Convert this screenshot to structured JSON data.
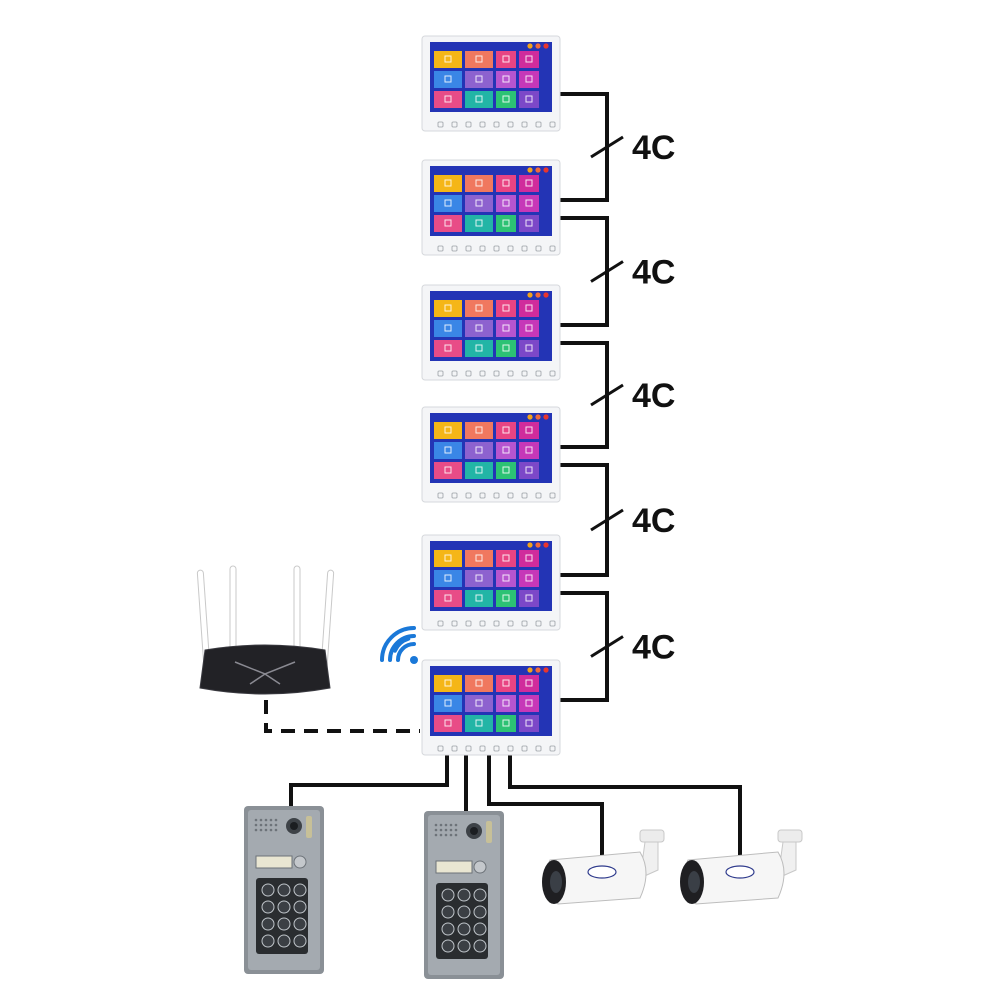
{
  "colors": {
    "wire": "#111111",
    "monitor_frame": "#f4f5f7",
    "screen_bg": "#2334b5",
    "wifi": "#1a78d8",
    "router": "#222226",
    "panel": "#9aa0a6",
    "camera": "#f6f6f6"
  },
  "tile_colors": [
    "#f5b617",
    "#f0785f",
    "#e84483",
    "#d02c9c",
    "#3a86e6",
    "#8d62cf",
    "#b655cf",
    "#c638b8",
    "#e84c87",
    "#22b5a6",
    "#2cc274",
    "#7c48c8"
  ],
  "monitors": [
    {
      "id": "monitor-1"
    },
    {
      "id": "monitor-2"
    },
    {
      "id": "monitor-3"
    },
    {
      "id": "monitor-4"
    },
    {
      "id": "monitor-5"
    },
    {
      "id": "monitor-6"
    }
  ],
  "connections": [
    {
      "label": "4C"
    },
    {
      "label": "4C"
    },
    {
      "label": "4C"
    },
    {
      "label": "4C"
    },
    {
      "label": "4C"
    }
  ],
  "devices": {
    "router": {
      "icon": "wifi-router-icon"
    },
    "wifi": {
      "icon": "wifi-signal-icon"
    },
    "door_panels": [
      {
        "icon": "door-station-keypad-icon"
      },
      {
        "icon": "door-station-keypad-icon"
      }
    ],
    "cameras": [
      {
        "icon": "bullet-camera-icon"
      },
      {
        "icon": "bullet-camera-icon"
      }
    ]
  }
}
